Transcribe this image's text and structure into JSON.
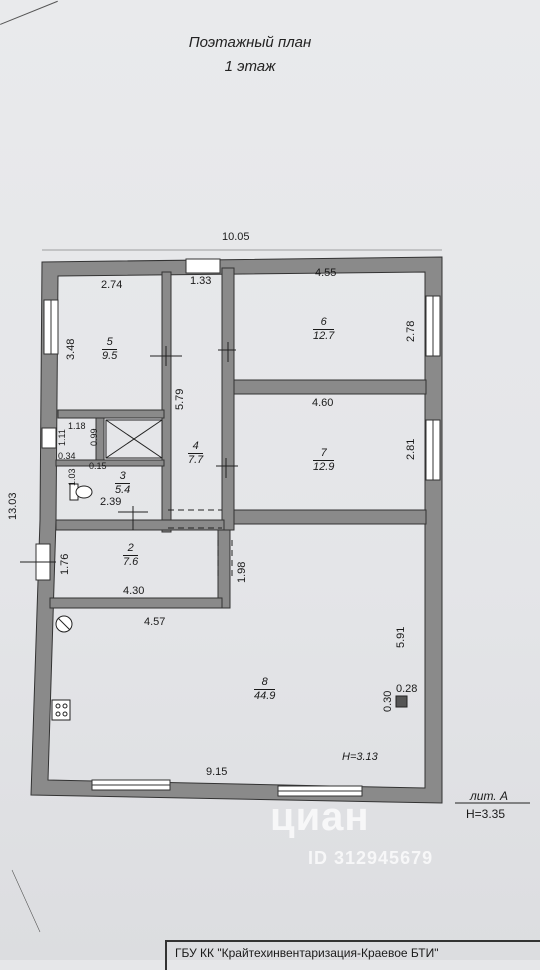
{
  "plan": {
    "title": "Поэтажный план",
    "floor": "1 этаж"
  },
  "dimensions": {
    "total_width": "10.05",
    "total_height": "13.03",
    "ceiling_height": "H=3.13",
    "lit_label": "лит. А",
    "lit_height": "H=3.35"
  },
  "rooms": [
    {
      "number": "5",
      "area": "9.5"
    },
    {
      "number": "6",
      "area": "12.7"
    },
    {
      "number": "4",
      "area": "7.7"
    },
    {
      "number": "7",
      "area": "12.9"
    },
    {
      "number": "3",
      "area": "5.4"
    },
    {
      "number": "2",
      "area": "7.6"
    },
    {
      "number": "8",
      "area": "44.9"
    }
  ],
  "measures": {
    "r5_w": "2.74",
    "r5_h": "3.48",
    "corr_w": "1.33",
    "corr_h": "5.79",
    "r6_w": "4.55",
    "r6_h": "2.78",
    "r7_w": "4.60",
    "r7_h": "2.81",
    "r3_a": "1.18",
    "r3_b": "0.99",
    "r3_c": "1.11",
    "r3_d": "0.34",
    "r3_e": "0.15",
    "r3_f": "1.03",
    "r3_w": "2.39",
    "r2_h": "1.76",
    "r2_w": "4.30",
    "r2_r": "1.98",
    "r8_top": "4.57",
    "r8_h": "5.91",
    "r8_w": "9.15",
    "col_w": "0.28",
    "col_h": "0.30"
  },
  "watermark": {
    "brand": "циан",
    "id": "ID 312945679"
  },
  "footer": {
    "org": "ГБУ КК \"Крайтехинвентаризация-Краевое БТИ\""
  }
}
